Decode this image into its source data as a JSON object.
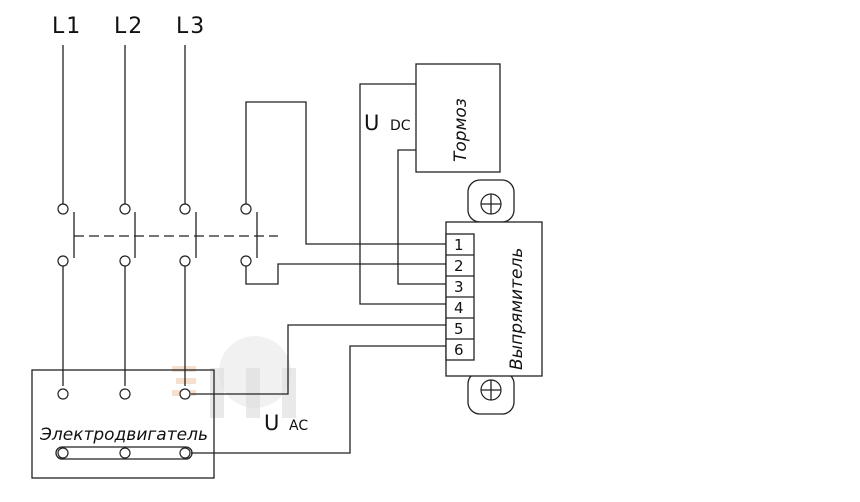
{
  "phases": [
    "L1",
    "L2",
    "L3"
  ],
  "brake": {
    "label": "Тормоз"
  },
  "rectifier": {
    "label": "Выпрямитель",
    "terminals": [
      "1",
      "2",
      "3",
      "4",
      "5",
      "6"
    ]
  },
  "motor": {
    "label": "Электродвигатель"
  },
  "udc": {
    "main": "U",
    "sub": "DC"
  },
  "uac": {
    "main": "U",
    "sub": "AC"
  },
  "watermark": {
    "text": "ЭЛРБ",
    "color": "#e5e5e5",
    "accent": "#f5b27a"
  },
  "line_color": "#222222"
}
